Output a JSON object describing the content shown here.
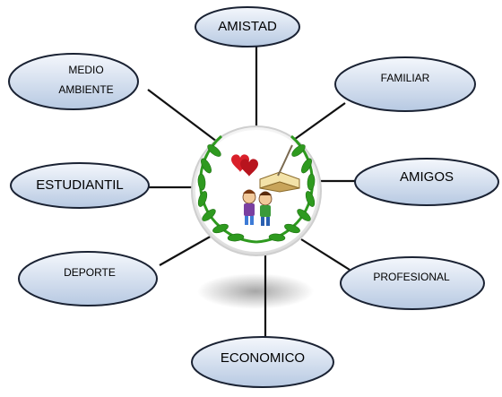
{
  "diagram": {
    "colors": {
      "ellipse_fill_top": "#f4f7fc",
      "ellipse_fill_bottom": "#b7c9e2",
      "ellipse_stroke": "#1a2233",
      "connector": "#111111",
      "center_ring": "#e6e6e6",
      "laurel": "#2e9a1f"
    },
    "nodes": {
      "amistad": {
        "label": "AMISTAD"
      },
      "medio": {
        "line1": "MEDIO",
        "line2": "AMBIENTE"
      },
      "familiar": {
        "label": "FAMILIAR"
      },
      "estudiantil": {
        "label": "ESTUDIANTIL"
      },
      "amigos": {
        "label": "AMIGOS"
      },
      "deporte": {
        "label": "DEPORTE"
      },
      "profesional": {
        "label": "PROFESIONAL"
      },
      "economico": {
        "label": "ECONOMICO"
      }
    },
    "center": {
      "icon": "laurel-wreath-children-icon"
    }
  }
}
